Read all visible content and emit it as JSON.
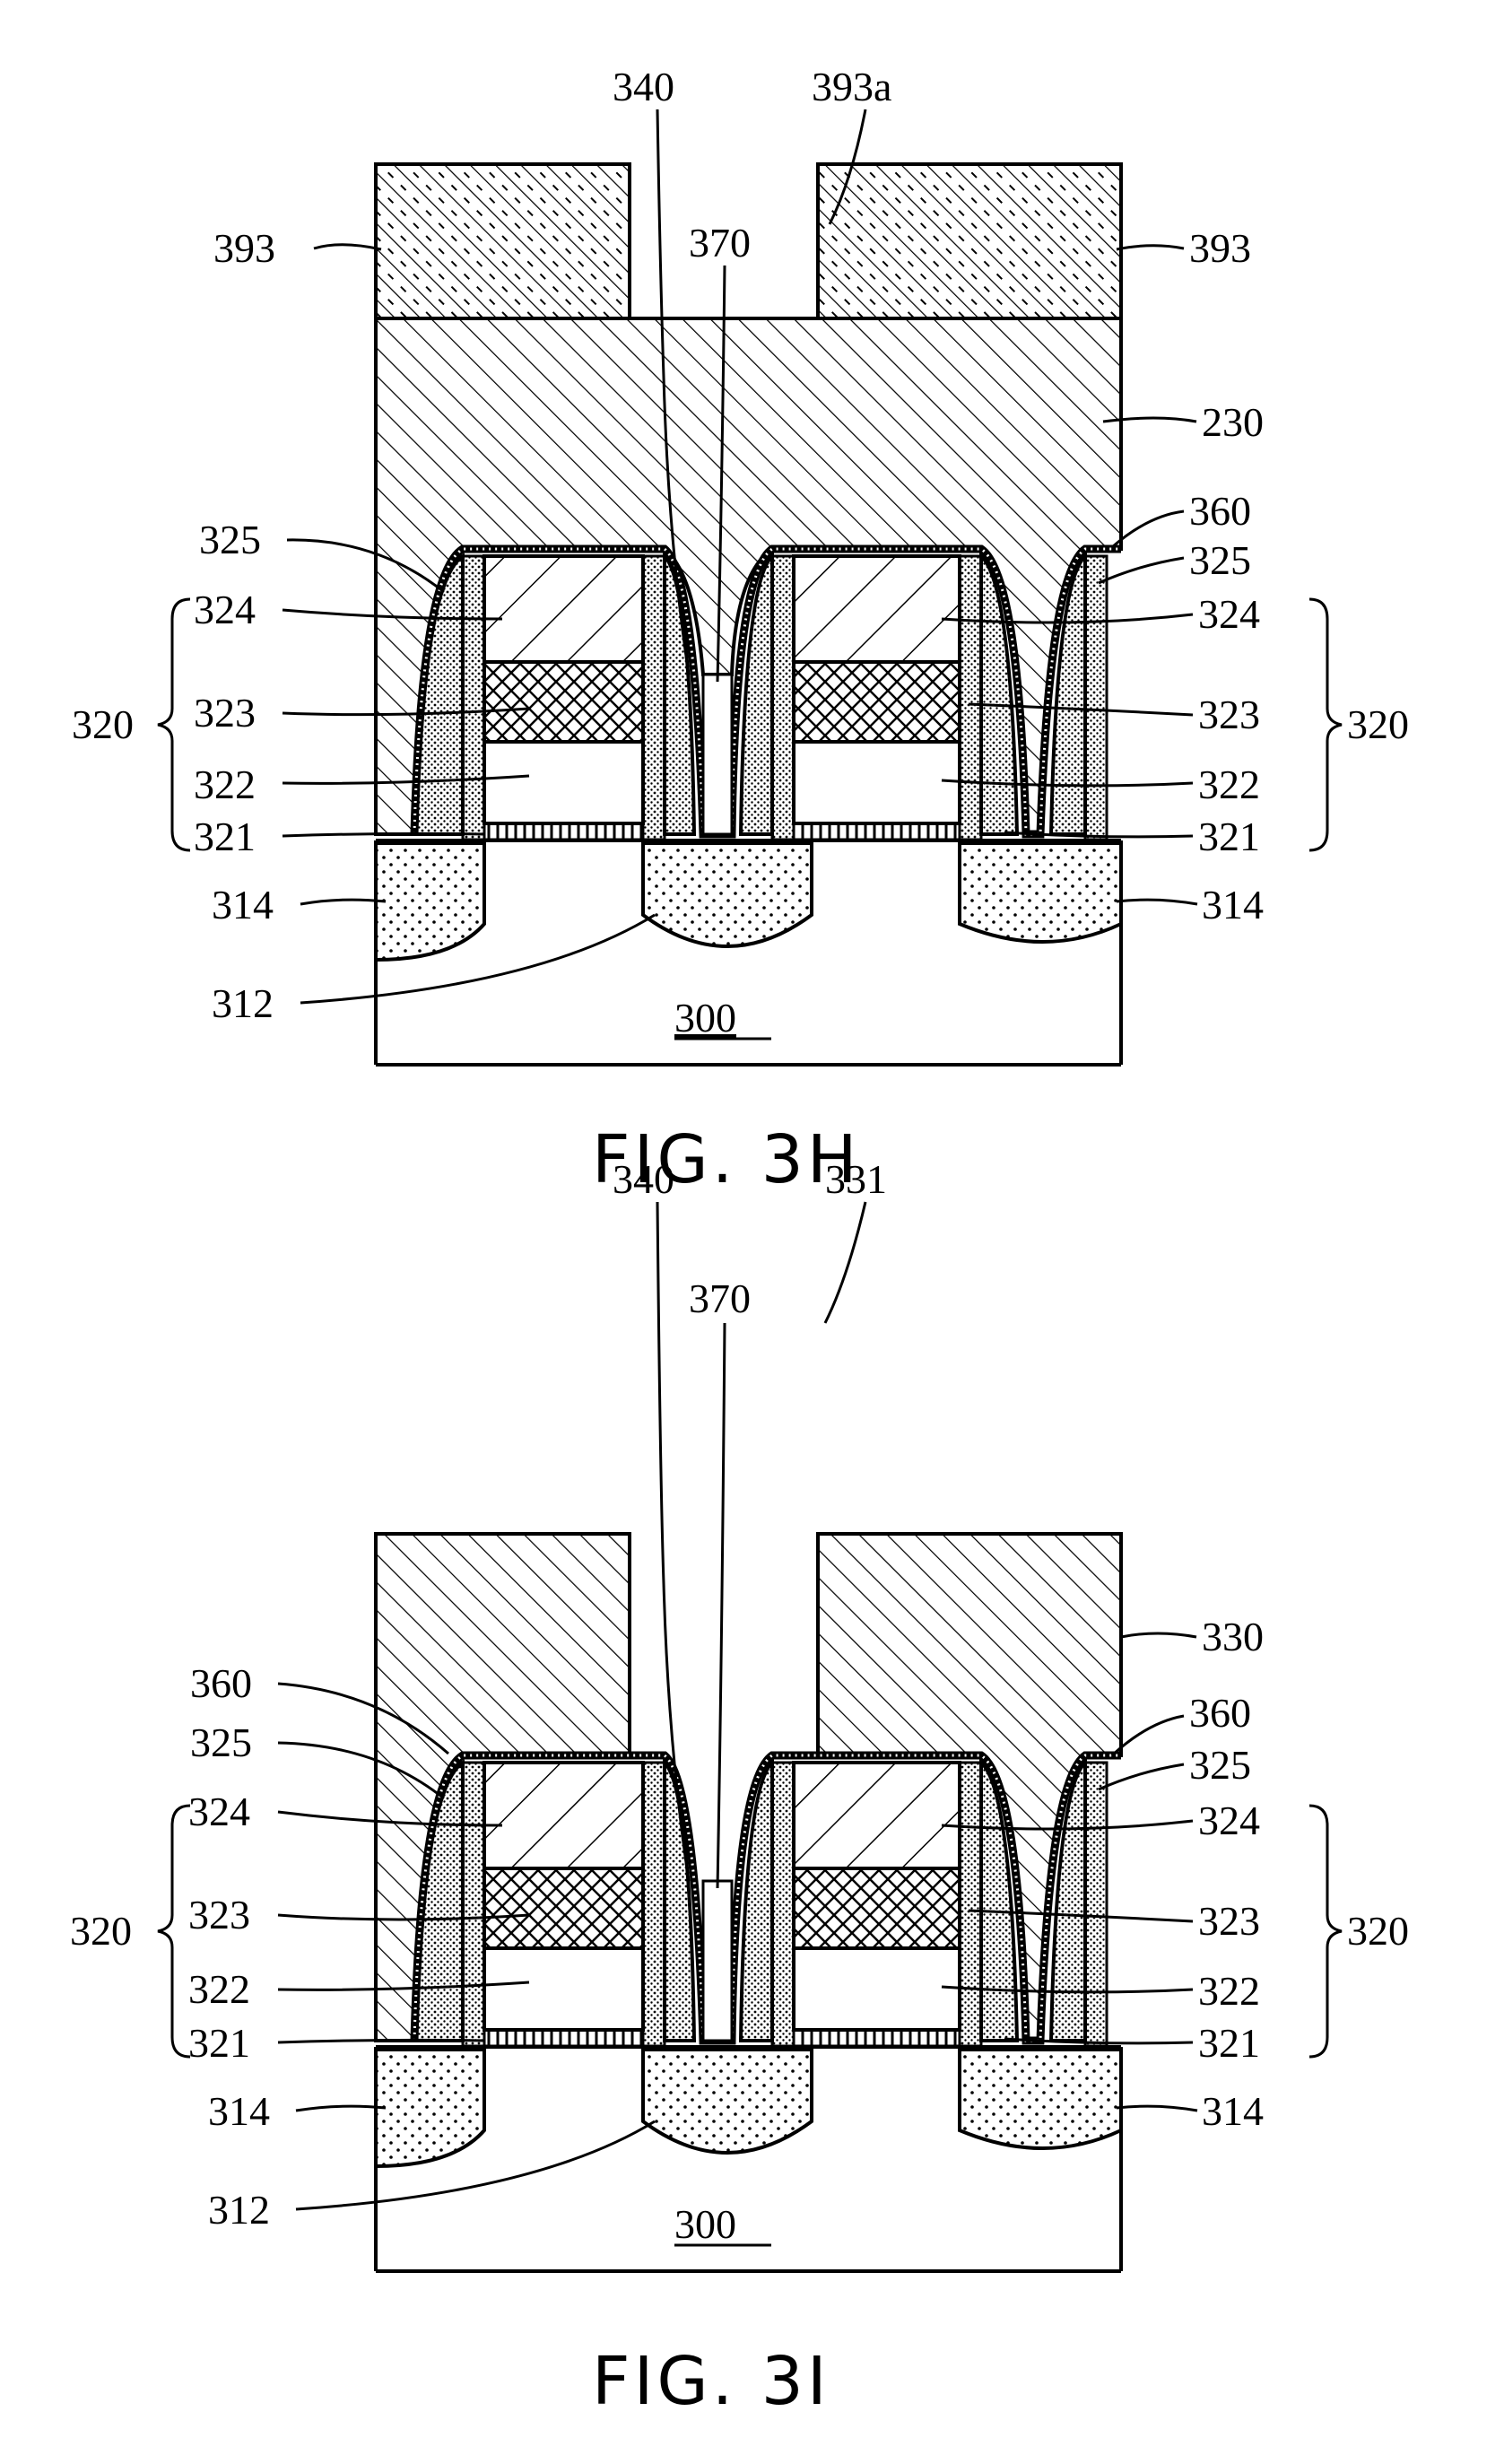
{
  "figures": [
    {
      "caption": "FIG. 3H",
      "labels": {
        "l393L": "393",
        "l393R": "393",
        "l393a": "393a",
        "l340": "340",
        "l370": "370",
        "l230": "230",
        "l360": "360",
        "l325L": "325",
        "l325R": "325",
        "l324L": "324",
        "l324R": "324",
        "l323L": "323",
        "l323R": "323",
        "l322L": "322",
        "l322R": "322",
        "l321L": "321",
        "l321R": "321",
        "l320L": "320",
        "l320R": "320",
        "l314L": "314",
        "l314R": "314",
        "l312": "312",
        "l300": "300"
      }
    },
    {
      "caption": "FIG. 3I",
      "labels": {
        "l340": "340",
        "l331": "331",
        "l370": "370",
        "l330": "330",
        "l360L": "360",
        "l360R": "360",
        "l325L": "325",
        "l325R": "325",
        "l324L": "324",
        "l324R": "324",
        "l323L": "323",
        "l323R": "323",
        "l322L": "322",
        "l322R": "322",
        "l321L": "321",
        "l321R": "321",
        "l320L": "320",
        "l320R": "320",
        "l314L": "314",
        "l314R": "314",
        "l312": "312",
        "l300": "300"
      }
    }
  ],
  "colors": {
    "ink": "#000000",
    "paper": "#ffffff"
  }
}
